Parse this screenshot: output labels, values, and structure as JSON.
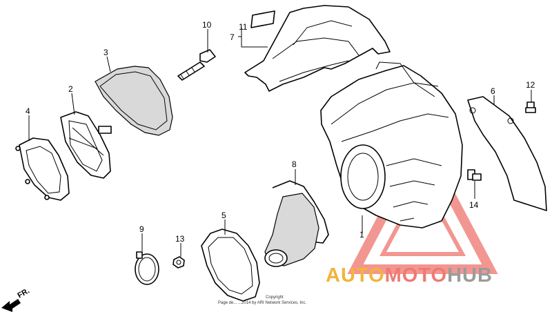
{
  "callouts": {
    "p1": "1",
    "p2": "2",
    "p3": "3",
    "p4": "4",
    "p5": "5",
    "p6": "6",
    "p7": "7",
    "p8": "8",
    "p9": "9",
    "p10": "10",
    "p11": "11",
    "p12": "12",
    "p13": "13",
    "p14": "14"
  },
  "direction_label": "FR.",
  "copyright": {
    "line1": "Copyright",
    "line2": "Page de...  ...2014 by ARI Network Services, Inc."
  },
  "watermark": {
    "part1": "AUTO",
    "part2": "MOTO",
    "part3": "HUB",
    "color_auto": "#f2b43c",
    "color_moto": "#ef7a72",
    "color_hub": "#9b9b9b"
  }
}
